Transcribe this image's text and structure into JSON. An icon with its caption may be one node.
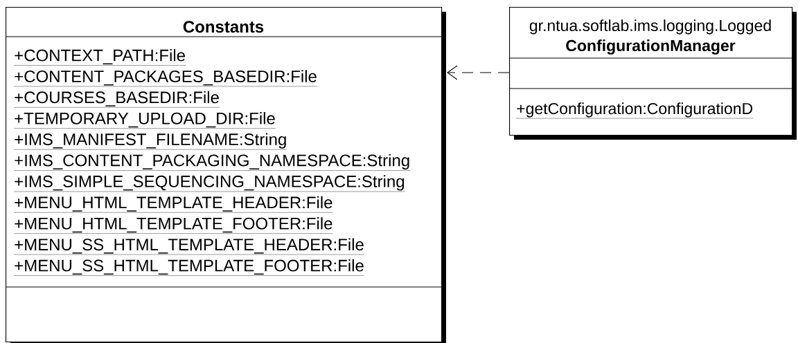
{
  "diagram": {
    "nodes": [
      {
        "text": [
          "Constants",
          "+CONTEXT_PATH:File",
          "+CONTENT_PACKAGES_BASEDIR:File",
          "+COURSES_BASEDIR:File",
          "+TEMPORARY_UPLOAD_DIR:File",
          "+IMS_MANIFEST_FILENAME:String",
          "+IMS_CONTENT_PACKAGING_NAMESPACE:String",
          "+IMS_SIMPLE_SEQUENCING_NAMESPACE:String",
          "+MENU_HTML_TEMPLATE_HEADER:File",
          "+MENU_HTML_TEMPLATE_FOOTER:File",
          "+MENU_SS_HTML_TEMPLATE_HEADER:File",
          "+MENU_SS_HTML_TEMPLATE_FOOTER:File"
        ]
      },
      {
        "text": [
          "gr.ntua.softlab.ims.logging.Logged",
          "ConfigurationManager",
          "+getConfiguration:ConfigurationD"
        ]
      }
    ],
    "edges": [
      {
        "from": 1,
        "to": 0,
        "arrow": "to",
        "style": "dashed"
      }
    ]
  }
}
